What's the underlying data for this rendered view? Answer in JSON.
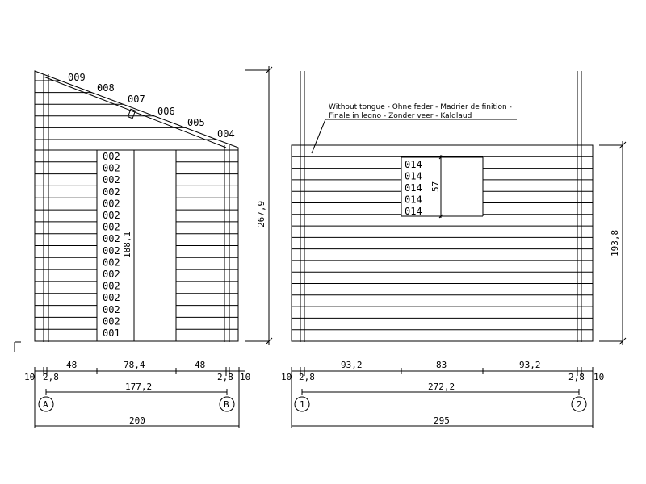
{
  "left_elevation": {
    "top_boards": [
      "009",
      "008",
      "007",
      "006",
      "005",
      "004"
    ],
    "wall_boards": [
      "002",
      "002",
      "002",
      "002",
      "002",
      "002",
      "002",
      "002",
      "002",
      "002",
      "002",
      "002",
      "002",
      "002",
      "002",
      "001"
    ],
    "door_height": "188,1",
    "total_height": "267,9",
    "dim_row1": [
      "10",
      "2,8",
      "48",
      "78,4",
      "48",
      "2,8",
      "10"
    ],
    "inner_width": "177,2",
    "outer_width": "200",
    "axis_a": "A",
    "axis_b": "B"
  },
  "right_elevation": {
    "note_line1": "Without tongue - Ohne feder - Madrier de finition -",
    "note_line2": "Finale in legno - Zonder veer - Kaldlaud",
    "window_boards": [
      "014",
      "014",
      "014",
      "014",
      "014"
    ],
    "window_height": "57",
    "total_height": "193,8",
    "dim_row1": [
      "10",
      "2,8",
      "93,2",
      "83",
      "93,2",
      "2,8",
      "10"
    ],
    "inner_width": "272,2",
    "outer_width": "295",
    "axis_1": "1",
    "axis_2": "2"
  }
}
